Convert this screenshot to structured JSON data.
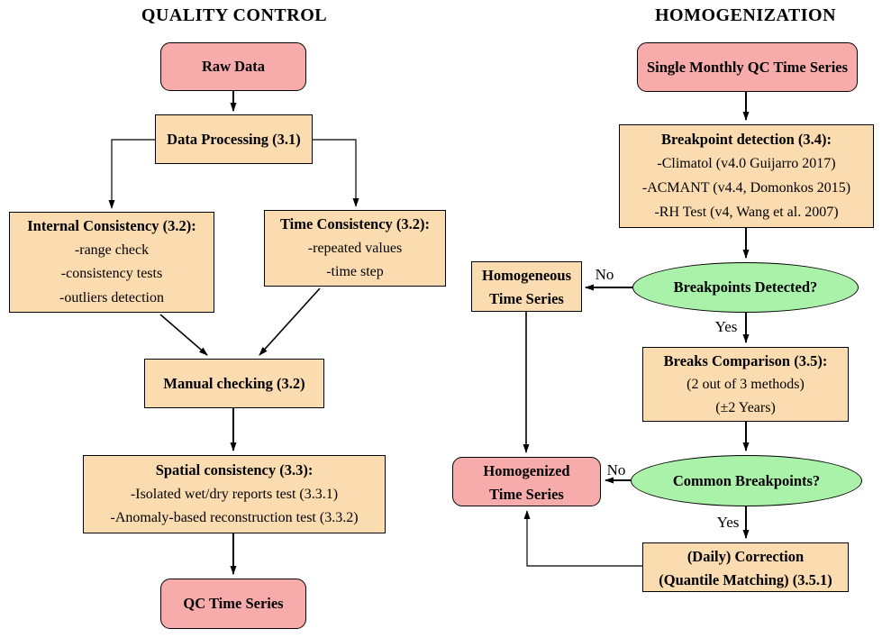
{
  "colors": {
    "pink": "#F8ABAB",
    "orange": "#FBDCB0",
    "green": "#AAF2AA",
    "line": "#000000"
  },
  "labels": {
    "no": "No",
    "yes": "Yes"
  },
  "qc": {
    "title": "QUALITY CONTROL",
    "raw_data": "Raw Data",
    "data_processing": "Data Processing (3.1)",
    "internal_consistency": {
      "title": "Internal Consistency (3.2):",
      "items": [
        "-range check",
        "-consistency tests",
        "-outliers detection"
      ]
    },
    "time_consistency": {
      "title": "Time Consistency (3.2):",
      "items": [
        "-repeated values",
        "-time step"
      ]
    },
    "manual_checking": "Manual checking (3.2)",
    "spatial_consistency": {
      "title": "Spatial consistency (3.3):",
      "items": [
        "-Isolated wet/dry reports test (3.3.1)",
        "-Anomaly-based reconstruction test (3.3.2)"
      ]
    },
    "qc_time_series": "QC Time Series"
  },
  "homog": {
    "title": "HOMOGENIZATION",
    "single_monthly": "Single Monthly QC Time Series",
    "breakpoint_detection": {
      "title": "Breakpoint detection (3.4):",
      "items": [
        "-Climatol (v4.0 Guijarro 2017)",
        "-ACMANT (v4.4, Domonkos 2015)",
        "-RH Test (v4, Wang et al. 2007)"
      ]
    },
    "breakpoints_detected": "Breakpoints Detected?",
    "homogeneous": {
      "line1": "Homogeneous",
      "line2": "Time Series"
    },
    "breaks_comparison": {
      "title": "Breaks Comparison (3.5):",
      "items": [
        "(2 out of 3 methods)",
        "(±2 Years)"
      ]
    },
    "common_breakpoints": "Common Breakpoints?",
    "homogenized": {
      "line1": "Homogenized",
      "line2": "Time Series"
    },
    "daily_correction": {
      "line1": "(Daily) Correction",
      "line2": "(Quantile Matching) (3.5.1)"
    }
  }
}
